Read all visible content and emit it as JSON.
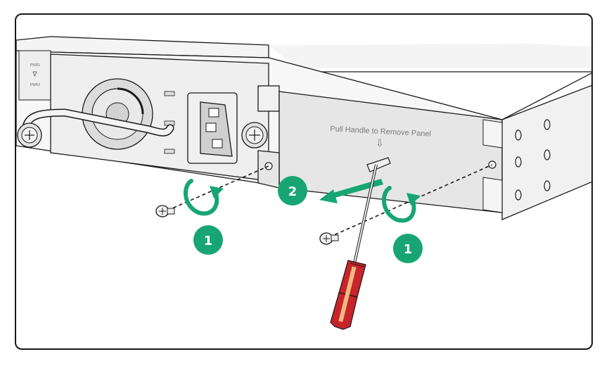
{
  "panel": {
    "label": "Pull Handle to Remove Panel",
    "arrow_glyph": "⇩"
  },
  "psu": {
    "led_label_1": "PWR1",
    "led_label_2": "PWR2"
  },
  "steps": [
    {
      "number": "1"
    },
    {
      "number": "2"
    },
    {
      "number": "1"
    }
  ],
  "colors": {
    "step_badge": "#17a673",
    "arrow": "#17a673",
    "outline": "#1a1a1a",
    "panel_fill": "#e6e6e6",
    "chassis_fill": "#f2f2f2",
    "screwdriver_handle": "#c8242b",
    "screwdriver_accent": "#f0b981"
  },
  "icons": [
    "screw-icon",
    "rotate-arrow-icon",
    "pull-arrow-icon",
    "screwdriver-icon",
    "fan-icon",
    "power-socket-icon"
  ]
}
